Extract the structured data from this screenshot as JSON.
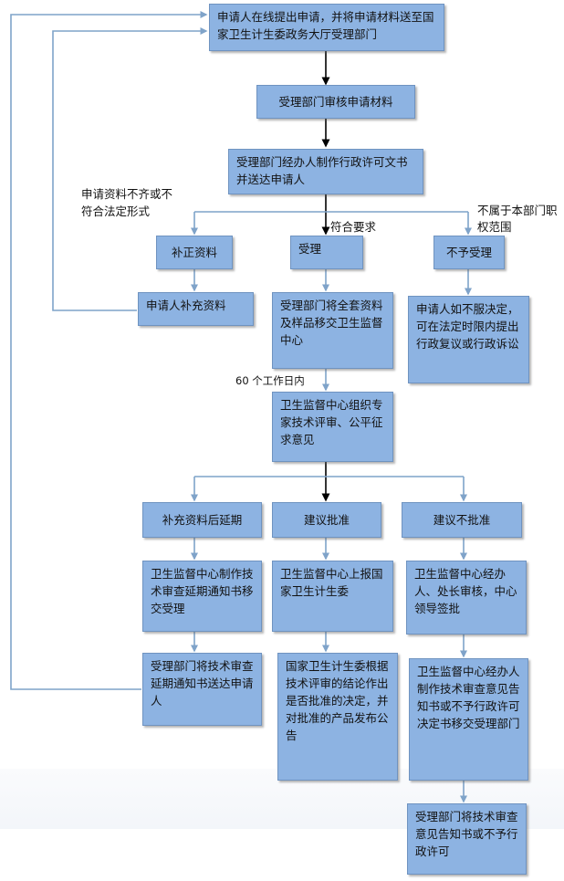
{
  "boxes": {
    "apply": "申请人在线提出申请，并将申请材料送至国家卫生计生委政务大厅受理部门",
    "review": "受理部门审核申请材料",
    "notice": "受理部门经办人制作行政许可文书并送达申请人",
    "supplement": "补正资料",
    "accept": "受理",
    "reject": "不予受理",
    "applicant_supplement": "申请人补充资料",
    "transfer": "受理部门将全套资料及样品移交卫生监督中心",
    "reconsider": "申请人如不服决定，可在法定时限内提出行政复议或行政诉讼",
    "expert": "卫生监督中心组织专家技术评审、公平征求意见",
    "delay": "补充资料后延期",
    "approve": "建议批准",
    "not_approve": "建议不批准",
    "delay_notice": "卫生监督中心制作技术审查延期通知书移交受理",
    "report": "卫生监督中心上报国家卫生计生委",
    "leader": "卫生监督中心经办人、处长审核，中心领导签批",
    "delay_send": "受理部门将技术审查延期通知书送达申请人",
    "decision": "国家卫生计生委根据技术评审的结论作出是否批准的决定，并对批准的产品发布公告",
    "opinion": "卫生监督中心经办人制作技术审查意见告知书或不予行政许可决定书移交受理部门",
    "final": "受理部门将技术审查意见告知书或不予行政许可"
  },
  "labels": {
    "incomplete": "申请资料不齐或不符合法定形式",
    "qualified": "符合要求",
    "out_of_scope": "不属于本部门职权范围",
    "days": "60 个工作日内"
  },
  "colors": {
    "box_fill": "#8db3e2",
    "connector": "#7fa3c9",
    "main_arrow": "#000000"
  }
}
